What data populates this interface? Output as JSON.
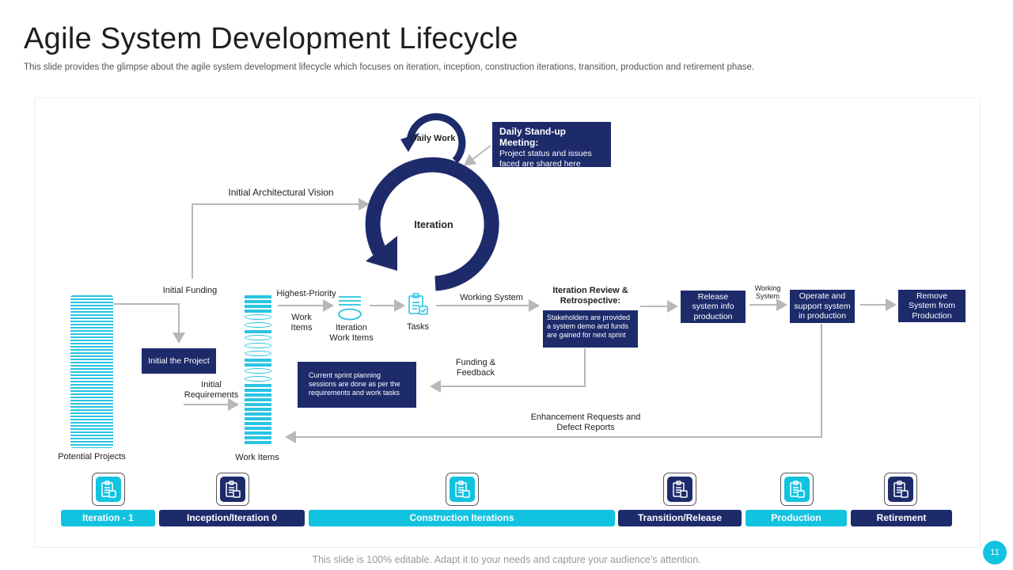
{
  "slide": {
    "title": "Agile System Development Lifecycle",
    "subtitle": "This slide provides the glimpse about the agile system development lifecycle which focuses on iteration, inception, construction iterations, transition, production and retirement phase.",
    "footer": "This slide is 100% editable. Adapt it to your needs and capture your audience’s attention.",
    "page_number": "11"
  },
  "diagram": {
    "daily_work": "Daily Work",
    "iteration": "Iteration",
    "standup": {
      "title": "Daily  Stand-up Meeting:",
      "body": "Project status and issues faced are shared here"
    },
    "architectural_vision": "Initial Architectural Vision",
    "initial_funding": "Initial  Funding",
    "initiate_project": "Initial the Project",
    "initial_requirements": "Initial Requirements",
    "potential_projects": "Potential Projects",
    "work_items": "Work Items",
    "highest_priority": "Highest-Priority",
    "work_items_small": "Work Items",
    "iteration_work_items": "Iteration Work Items",
    "tasks": "Tasks",
    "working_system": "Working System",
    "review_title": "Iteration Review & Retrospective:",
    "review_body": "Stakeholders are provided a system demo and funds are gained  for next sprint",
    "release": "Release system info production",
    "working_system_2": "Working System",
    "operate": "Operate and support system in production",
    "remove": "Remove System from Production",
    "funding_feedback": "Funding & Feedback",
    "sprint_planning": "Current sprint planning sessions are done as per the requirements and work tasks",
    "enhancement": "Enhancement Requests and Defect Reports"
  },
  "phases": [
    {
      "label": "Iteration - 1",
      "color": "#12c3e0"
    },
    {
      "label": "Inception/Iteration 0",
      "color": "#1d2b6b"
    },
    {
      "label": "Construction Iterations",
      "color": "#12c3e0"
    },
    {
      "label": "Transition/Release",
      "color": "#1d2b6b"
    },
    {
      "label": "Production",
      "color": "#12c3e0"
    },
    {
      "label": "Retirement",
      "color": "#1d2b6b"
    }
  ],
  "colors": {
    "navy": "#1d2b6b",
    "cyan": "#12c3e0",
    "connector": "#b8b8b8"
  },
  "icons": {
    "phase": "clipboard-icon",
    "tasks": "clipboard-icon"
  }
}
